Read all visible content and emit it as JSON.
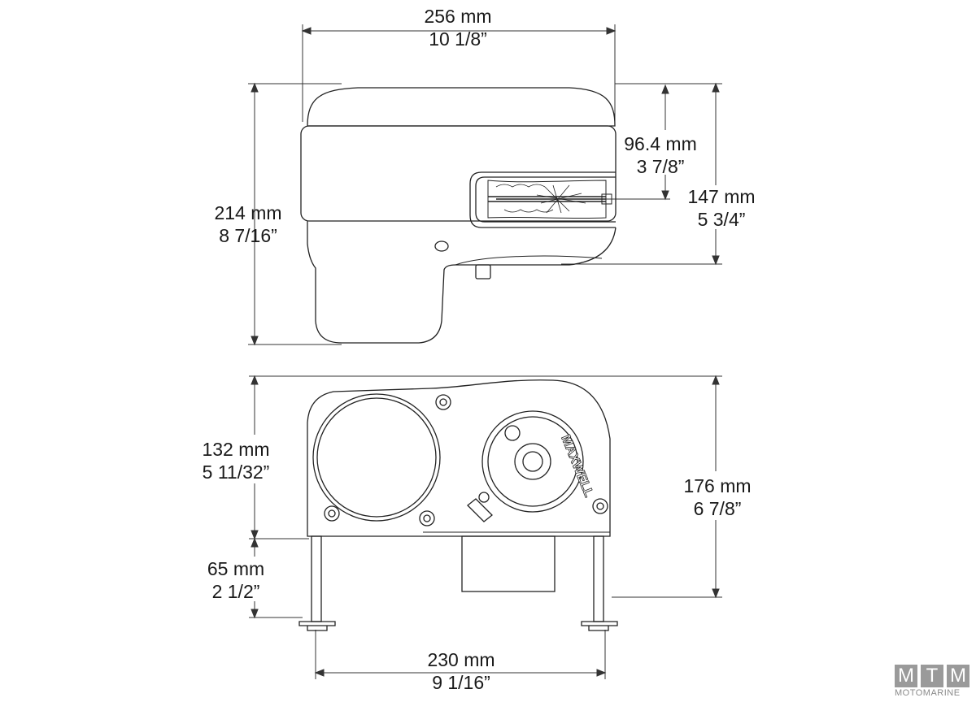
{
  "top_view": {
    "width": {
      "mm": "256 mm",
      "inch": "10 1/8”"
    },
    "height": {
      "mm": "214 mm",
      "inch": "8 7/16”"
    },
    "gypsy_height": {
      "mm": "96.4 mm",
      "inch": "3 7/8”"
    },
    "upper_height": {
      "mm": "147 mm",
      "inch": "5 3/4”"
    }
  },
  "front_view": {
    "above_deck": {
      "mm": "132 mm",
      "inch": "5 11/32”"
    },
    "below_deck": {
      "mm": "65 mm",
      "inch": "2 1/2”"
    },
    "total_height": {
      "mm": "176 mm",
      "inch": "6 7/8”"
    },
    "stud_spacing": {
      "mm": "230 mm",
      "inch": "9 1/16”"
    },
    "brand_mark": "MAXWELL"
  },
  "watermark": {
    "letters": [
      "M",
      "T",
      "M"
    ],
    "name": "MOTOMARINE"
  }
}
